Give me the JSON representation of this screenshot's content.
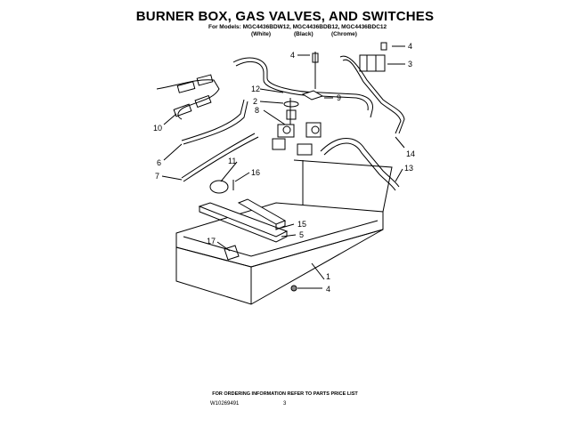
{
  "title": "BURNER BOX, GAS VALVES, AND SWITCHES",
  "models_line": "For Models: MGC4436BDW12, MGC4436BDB12, MGC4436BDC12",
  "variants": [
    "(White)",
    "(Black)",
    "(Chrome)"
  ],
  "footer_note": "FOR ORDERING INFORMATION REFER TO PARTS PRICE LIST",
  "document_number": "W10269491",
  "page_number": "3",
  "callouts": {
    "c4a": "4",
    "c3": "3",
    "c4b": "4",
    "c12": "12",
    "c2": "2",
    "c9": "9",
    "c8": "8",
    "c10": "10",
    "c6": "6",
    "c11": "11",
    "c16": "16",
    "c7": "7",
    "c14": "14",
    "c13": "13",
    "c15": "15",
    "c5": "5",
    "c17": "17",
    "c1": "1",
    "c4c": "4"
  }
}
